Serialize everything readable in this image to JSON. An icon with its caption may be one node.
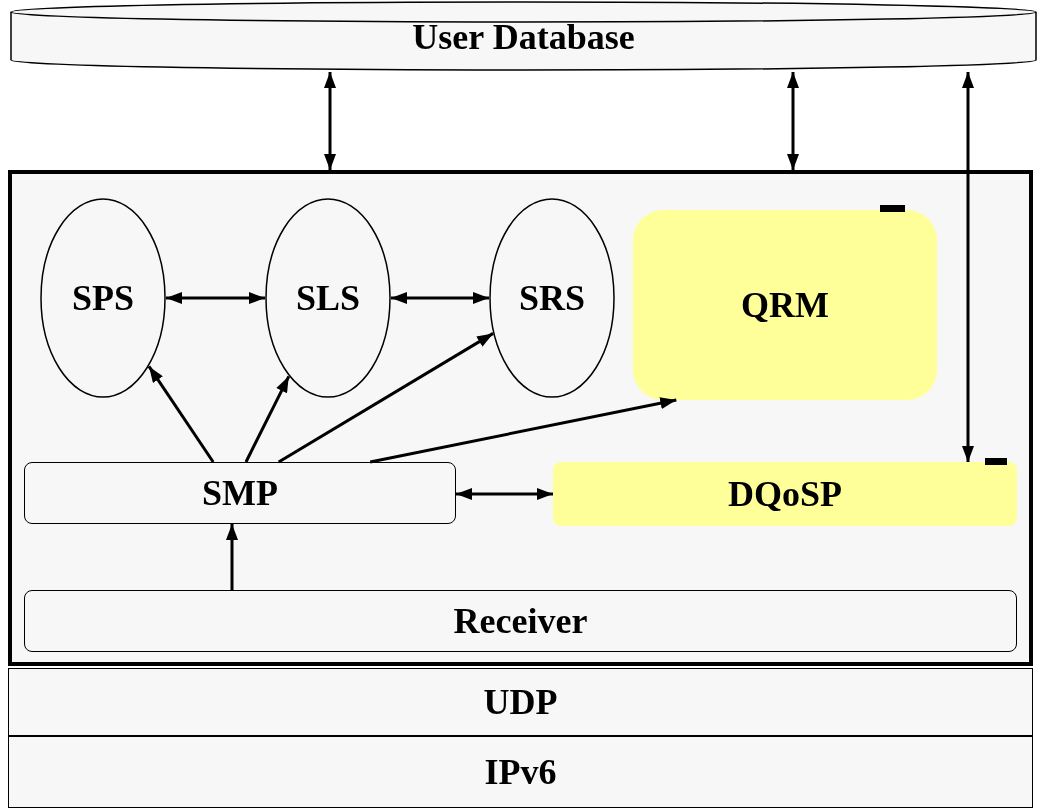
{
  "diagram": {
    "nodes": [
      {
        "text": [
          "User Database"
        ]
      },
      {
        "text": [],
        "shape": "box"
      },
      {
        "text": [
          "SPS"
        ],
        "in": 1
      },
      {
        "text": [
          "SLS"
        ],
        "in": 1
      },
      {
        "text": [
          "SRS"
        ],
        "in": 1
      },
      {
        "text": [
          "QRM"
        ],
        "in": 1
      },
      {
        "text": [
          "SMP"
        ],
        "in": 1
      },
      {
        "text": [
          "DQoSP"
        ],
        "in": 1
      },
      {
        "text": [
          "Receiver"
        ],
        "in": 1
      },
      {
        "text": [
          "UDP"
        ]
      },
      {
        "text": [
          "IPv6"
        ]
      }
    ],
    "edges": [
      {
        "from": 0,
        "to": 1,
        "arrow": "both"
      },
      {
        "from": 0,
        "to": 1,
        "arrow": "both"
      },
      {
        "from": 0,
        "to": 7,
        "arrow": "both"
      },
      {
        "from": 2,
        "to": 3,
        "arrow": "both"
      },
      {
        "from": 3,
        "to": 4,
        "arrow": "both"
      },
      {
        "from": 6,
        "to": 2,
        "arrow": "to"
      },
      {
        "from": 6,
        "to": 3,
        "arrow": "to"
      },
      {
        "from": 6,
        "to": 4,
        "arrow": "to"
      },
      {
        "from": 6,
        "to": 5,
        "arrow": "to"
      },
      {
        "from": 6,
        "to": 7,
        "arrow": "both"
      },
      {
        "from": 8,
        "to": 6,
        "arrow": "to"
      }
    ]
  }
}
